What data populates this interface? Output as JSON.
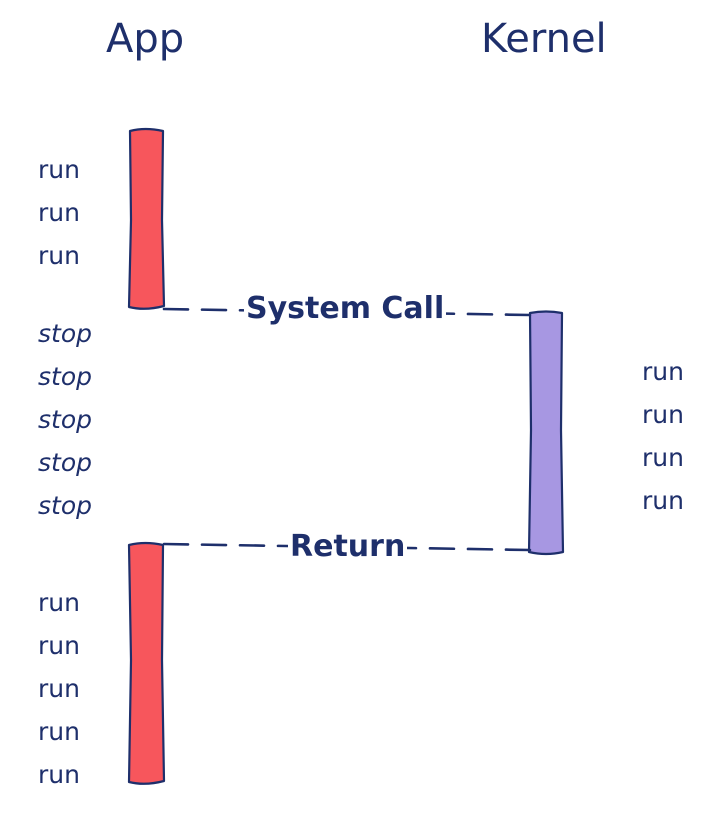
{
  "headers": {
    "app": "App",
    "kernel": "Kernel"
  },
  "app_block_1": [
    "run",
    "run",
    "run"
  ],
  "app_stops": [
    "stop",
    "stop",
    "stop",
    "stop",
    "stop"
  ],
  "app_block_2": [
    "run",
    "run",
    "run",
    "run",
    "run"
  ],
  "kernel_runs": [
    "run",
    "run",
    "run",
    "run"
  ],
  "transitions": {
    "system_call": "System Call",
    "return": "Return"
  },
  "colors": {
    "app_bar": "#f7565c",
    "kernel_bar": "#a797e2",
    "ink": "#1e2f6b"
  }
}
